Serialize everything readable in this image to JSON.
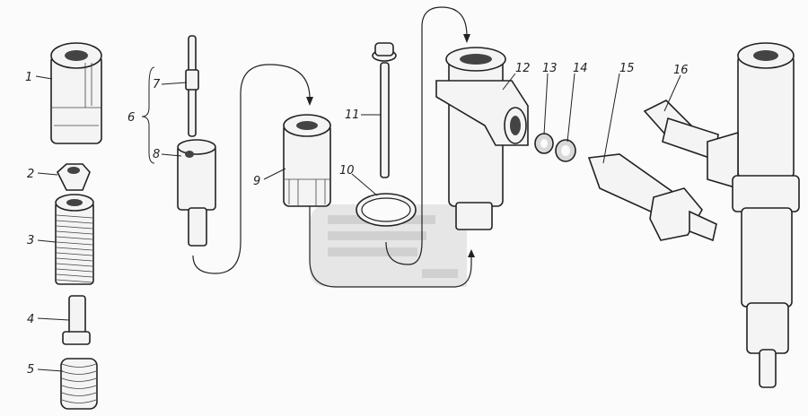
{
  "diagram": {
    "labels": [
      "1",
      "2",
      "3",
      "4",
      "5",
      "6",
      "7",
      "8",
      "9",
      "10",
      "11",
      "12",
      "13",
      "14",
      "15",
      "16"
    ]
  }
}
